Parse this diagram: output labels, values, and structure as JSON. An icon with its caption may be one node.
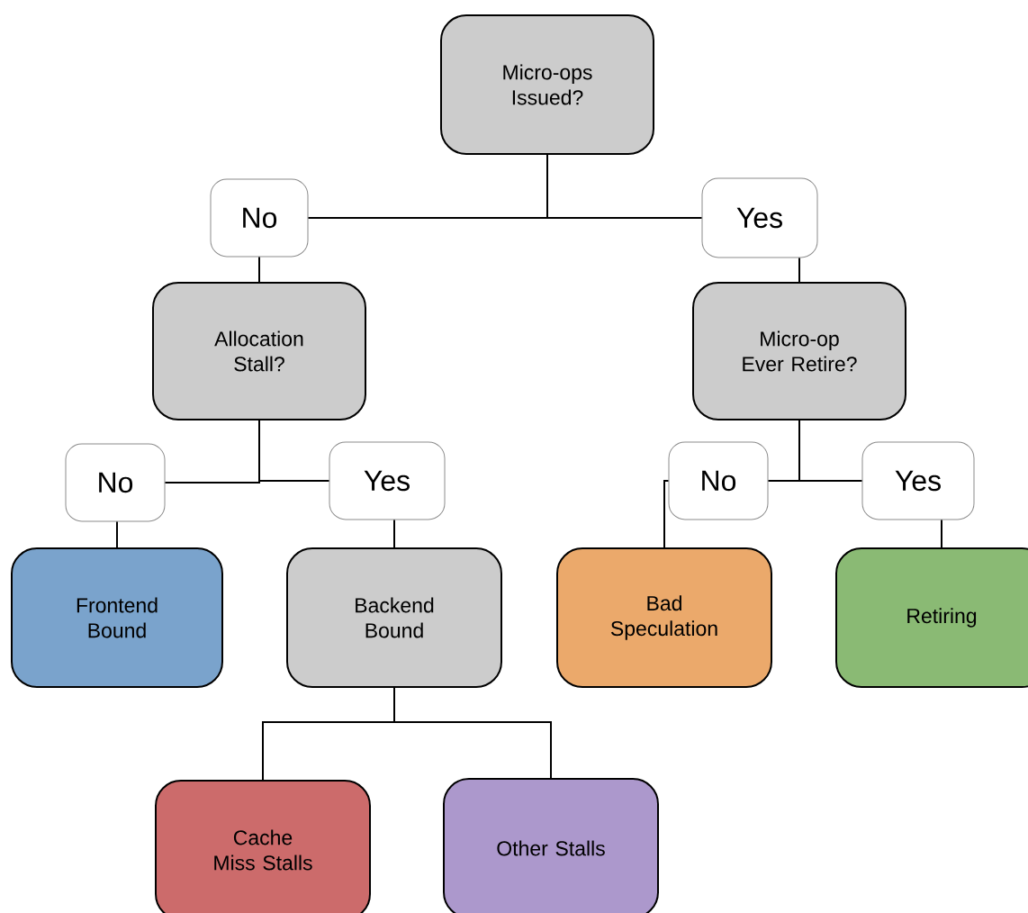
{
  "diagram": {
    "nodes": [
      {
        "text": [
          "Micro-ops Issued?"
        ]
      },
      {
        "text": [
          "No"
        ]
      },
      {
        "text": [
          "Yes"
        ]
      },
      {
        "text": [
          "Allocation Stall?"
        ]
      },
      {
        "text": [
          "Micro-op Ever Retire?"
        ]
      },
      {
        "text": [
          "No"
        ]
      },
      {
        "text": [
          "Yes"
        ]
      },
      {
        "text": [
          "No"
        ]
      },
      {
        "text": [
          "Yes"
        ]
      },
      {
        "text": [
          "Frontend Bound"
        ]
      },
      {
        "text": [
          "Backend Bound"
        ]
      },
      {
        "text": [
          "Bad Speculation"
        ]
      },
      {
        "text": [
          "Retiring"
        ]
      },
      {
        "text": [
          "Cache Miss Stalls"
        ]
      },
      {
        "text": [
          "Other Stalls"
        ]
      }
    ],
    "edges": [
      {
        "from": 0,
        "to": 1,
        "arrow": "none"
      },
      {
        "from": 0,
        "to": 2,
        "arrow": "none"
      },
      {
        "from": 1,
        "to": 3,
        "arrow": "none"
      },
      {
        "from": 2,
        "to": 4,
        "arrow": "none"
      },
      {
        "from": 3,
        "to": 5,
        "arrow": "none"
      },
      {
        "from": 3,
        "to": 6,
        "arrow": "none"
      },
      {
        "from": 4,
        "to": 7,
        "arrow": "none"
      },
      {
        "from": 4,
        "to": 8,
        "arrow": "none"
      },
      {
        "from": 5,
        "to": 9,
        "arrow": "none"
      },
      {
        "from": 6,
        "to": 10,
        "arrow": "none"
      },
      {
        "from": 7,
        "to": 11,
        "arrow": "none"
      },
      {
        "from": 8,
        "to": 12,
        "arrow": "none"
      },
      {
        "from": 10,
        "to": 13,
        "arrow": "none"
      },
      {
        "from": 10,
        "to": 14,
        "arrow": "none"
      }
    ]
  }
}
